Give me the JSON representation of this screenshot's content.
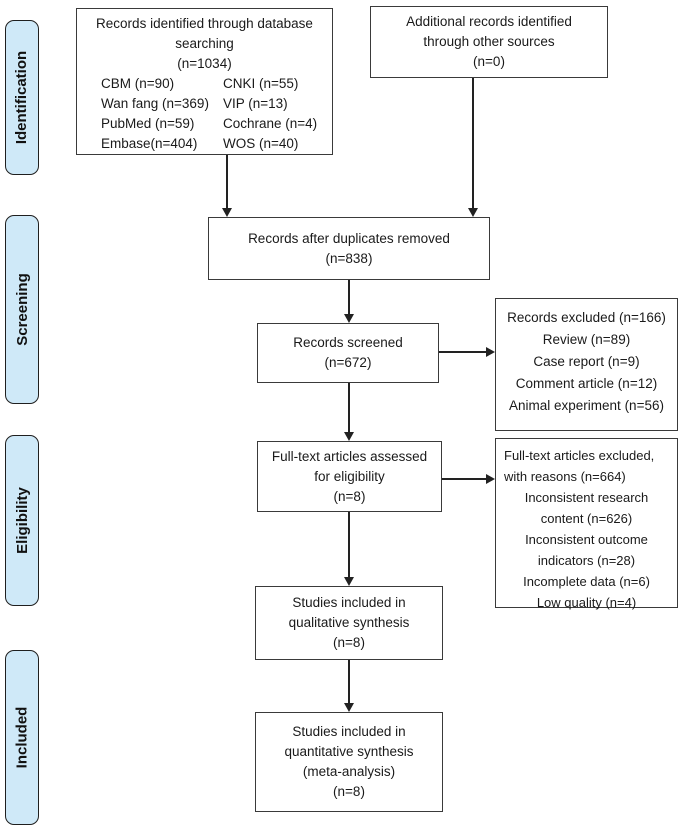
{
  "colors": {
    "stage_fill": "#cfe9f8",
    "stage_border": "#1f1f1f",
    "box_border": "#3a3a3a",
    "arrow": "#222222",
    "text": "#1a1a1a",
    "background": "#ffffff"
  },
  "stages": [
    {
      "label": "Identification"
    },
    {
      "label": "Screening"
    },
    {
      "label": "Eligibility"
    },
    {
      "label": "Included"
    }
  ],
  "boxes": {
    "identified": {
      "lines": [
        "Records identified through database",
        "searching"
      ],
      "count": "(n=1034)",
      "sources": [
        {
          "left": "CBM (n=90)",
          "right": "CNKI (n=55)"
        },
        {
          "left": "Wan fang (n=369)",
          "right": "VIP (n=13)"
        },
        {
          "left": "PubMed (n=59)",
          "right": "Cochrane (n=4)"
        },
        {
          "left": "Embase(n=404)",
          "right": "WOS (n=40)"
        }
      ]
    },
    "additional": {
      "lines": [
        "Additional records identified",
        "through other sources"
      ],
      "count": "(n=0)"
    },
    "duplicates_removed": {
      "lines": [
        "Records after duplicates removed"
      ],
      "count": "(n=838)"
    },
    "screened": {
      "lines": [
        "Records screened"
      ],
      "count": "(n=672)"
    },
    "records_excluded": {
      "title": "Records excluded (n=166)",
      "reasons": [
        "Review (n=89)",
        "Case report (n=9)",
        "Comment article (n=12)",
        "Animal experiment (n=56)"
      ]
    },
    "fulltext_assessed": {
      "lines": [
        "Full-text articles assessed",
        "for eligibility"
      ],
      "count": "(n=8)"
    },
    "fulltext_excluded": {
      "title_lines": [
        "Full-text articles excluded,",
        "with reasons (n=664)"
      ],
      "reasons": [
        "Inconsistent research content (n=626)",
        "Inconsistent outcome indicators (n=28)",
        "Incomplete data (n=6)",
        "Low quality (n=4)"
      ]
    },
    "qualitative": {
      "lines": [
        "Studies included in",
        "qualitative synthesis"
      ],
      "count": "(n=8)"
    },
    "quantitative": {
      "lines": [
        "Studies included in",
        "quantitative synthesis",
        "(meta-analysis)"
      ],
      "count": "(n=8)"
    }
  }
}
